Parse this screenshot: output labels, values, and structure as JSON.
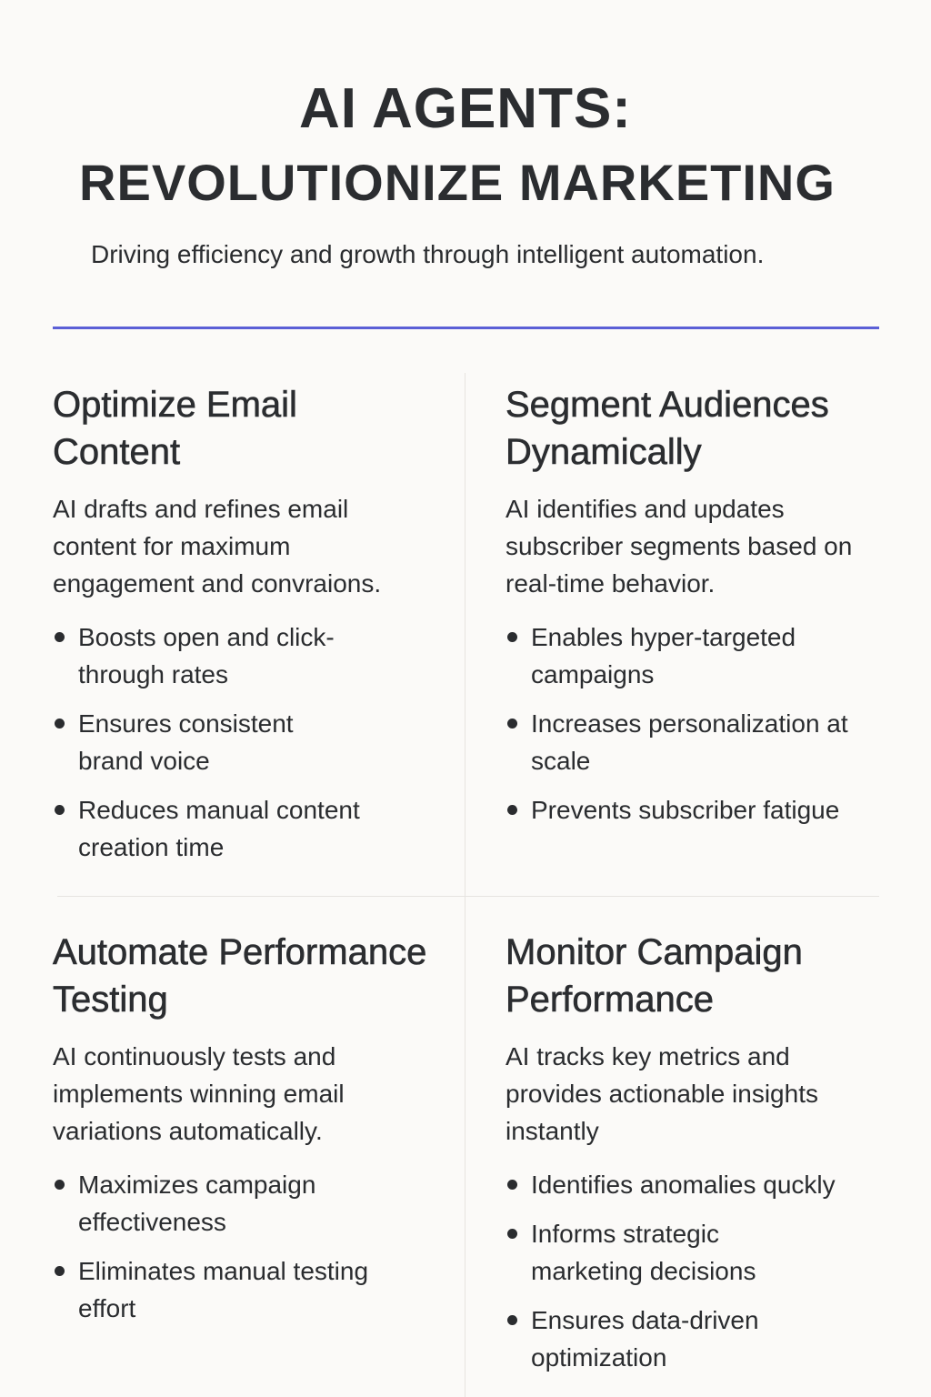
{
  "header": {
    "title_line1": "AI AGENTS:",
    "title_line2": "REVOLUTIONIZE MARKETING",
    "subtitle": "Driving efficiency and growth through intelligent automation."
  },
  "colors": {
    "accent": "#5b5fd6",
    "background": "#fbfaf8",
    "text": "#2a2c2f"
  },
  "cards": [
    {
      "heading": "Optimize Email Content",
      "description": "AI drafts and refines email content for maximum engagement and convraions.",
      "bullets": [
        "Boosts open and click-through rates",
        "Ensures consistent brand voice",
        "Reduces manual content creation time"
      ]
    },
    {
      "heading": "Segment Audiences Dynamically",
      "description": "AI identifies and updates subscriber segments based on real-time behavior.",
      "bullets": [
        "Enables hyper-targeted campaigns",
        "Increases personalization at scale",
        "Prevents subscriber fatigue"
      ]
    },
    {
      "heading": "Automate Performance Testing",
      "description": "AI continuously tests and implements winning email variations automatically.",
      "bullets": [
        "Maximizes campaign effectiveness",
        "Eliminates manual testing effort"
      ]
    },
    {
      "heading": "Monitor Campaign Performance",
      "description": "AI tracks key metrics and provides actionable insights instantly",
      "bullets": [
        "Identifies anomalies quckly",
        "Informs strategic marketing decisions",
        "Ensures data-driven optimization"
      ]
    }
  ]
}
